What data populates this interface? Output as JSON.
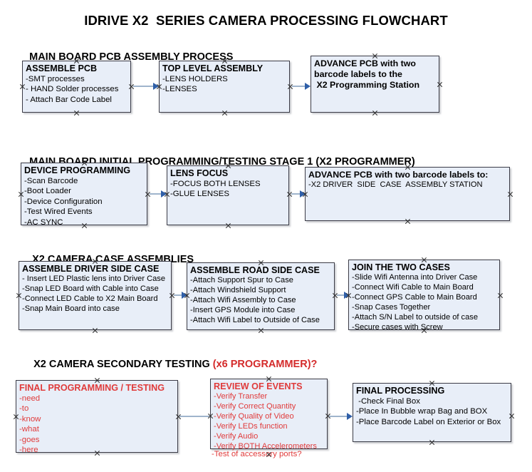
{
  "document": {
    "title": "IDRIVE X2  SERIES CAMERA PROCESSING FLOWCHART"
  },
  "colors": {
    "box_fill": "#e8eef8",
    "box_border": "#3b3b46",
    "connector": "#9fb4cc",
    "arrowhead": "#2f5fa8",
    "accent_red": "#e03b3b",
    "heading_red": "#d42b2b",
    "text": "#000000"
  },
  "sections": [
    {
      "id": "main-board-pcb-assembly-process",
      "heading": "MAIN BOARD PCB ASSEMBLY PROCESS",
      "heading_accent": "",
      "nodes": [
        {
          "id": "assemble-pcb",
          "title": "ASSEMBLE PCB",
          "title_bold": true,
          "lines": [
            "-SMT processes",
            "- HAND Solder processes",
            "- Attach Bar Code Label"
          ]
        },
        {
          "id": "top-level-assembly",
          "title": "TOP LEVEL ASSEMBLY",
          "title_bold": true,
          "lines": [
            "-LENS HOLDERS",
            "-LENSES"
          ]
        },
        {
          "id": "advance-pcb-to-x2-programming-station",
          "title": "ADVANCE PCB with two",
          "title_bold": true,
          "lines": [],
          "bold_lines": [
            "barcode labels to the",
            " X2 Programming Station"
          ]
        }
      ]
    },
    {
      "id": "main-board-initial-programming-testing-stage-1",
      "heading": "MAIN BOARD INITIAL PROGRAMMING/TESTING STAGE 1 (X2 PROGRAMMER)",
      "heading_accent": "",
      "nodes": [
        {
          "id": "device-programming",
          "title": "DEVICE PROGRAMMING",
          "title_bold": true,
          "lines": [
            "-Scan Barcode",
            "-Boot Loader",
            "-Device Configuration",
            "-Test Wired Events",
            "-AC SYNC"
          ]
        },
        {
          "id": "lens-focus",
          "title": "LENS FOCUS",
          "title_bold": true,
          "lines": [
            "-FOCUS BOTH LENSES",
            "-GLUE LENSES"
          ]
        },
        {
          "id": "advance-pcb-to-driver-side-case-assembly-station",
          "title": "ADVANCE PCB with two barcode labels to:",
          "title_bold": true,
          "lines": [
            "-X2 DRIVER  SIDE  CASE  ASSEMBLY STATION"
          ]
        }
      ]
    },
    {
      "id": "x2-camera-case-assemblies",
      "heading": "X2 CAMERA CASE ASSEMBLIES",
      "heading_accent": "",
      "nodes": [
        {
          "id": "assemble-driver-side-case",
          "title": "ASSEMBLE DRIVER SIDE CASE",
          "title_bold": true,
          "lines": [
            "- Insert LED Plastic lens into Driver Case",
            "-Snap LED Board with Cable into Case",
            "-Connect LED Cable to X2 Main Board",
            "-Snap Main Board into case"
          ]
        },
        {
          "id": "assemble-road-side-case",
          "title": "ASSEMBLE ROAD SIDE CASE",
          "title_bold": true,
          "lines": [
            "-Attach Support Spur to Case",
            "-Attach Windshield Support",
            "-Attach Wifi Assembly to Case",
            "-Insert GPS Module into Case",
            "-Attach Wifi Label to Outside of Case"
          ]
        },
        {
          "id": "join-the-two-cases",
          "title": "JOIN THE TWO CASES",
          "title_bold": true,
          "lines": [
            "-Slide Wifi Antenna into Driver Case",
            "-Connect Wifi Cable to Main Board",
            "-Connect GPS Cable to Main Board",
            "-Snap Cases Together",
            "-Attach S/N Label to outside of case",
            "-Secure cases with Screw"
          ]
        }
      ]
    },
    {
      "id": "x2-camera-secondary-testing",
      "heading": "X2 CAMERA SECONDARY TESTING ",
      "heading_accent": "(x6 PROGRAMMER)?",
      "nodes": [
        {
          "id": "final-programming-testing",
          "title": "FINAL PROGRAMMING / TESTING",
          "title_bold": true,
          "red": true,
          "lines": [
            "-need",
            "-to",
            "-know",
            "-what",
            "-goes",
            "-here"
          ]
        },
        {
          "id": "review-of-events",
          "title": "REVIEW OF EVENTS",
          "title_bold": true,
          "red": true,
          "lines": [
            "-Verify Transfer",
            "-Verify Correct Quantity",
            "-Verify Quality of Video",
            "-Verify LEDs function",
            "-Verify Audio",
            "-Verify BOTH Accelerometers"
          ],
          "overflow_line": "-Test of accessory ports?"
        },
        {
          "id": "final-processing",
          "title": "FINAL PROCESSING",
          "title_bold": true,
          "lines": [
            " -Check Final Box",
            "-Place In Bubble wrap Bag and BOX",
            "-Place Barcode Label on Exterior or Box"
          ]
        }
      ]
    }
  ]
}
